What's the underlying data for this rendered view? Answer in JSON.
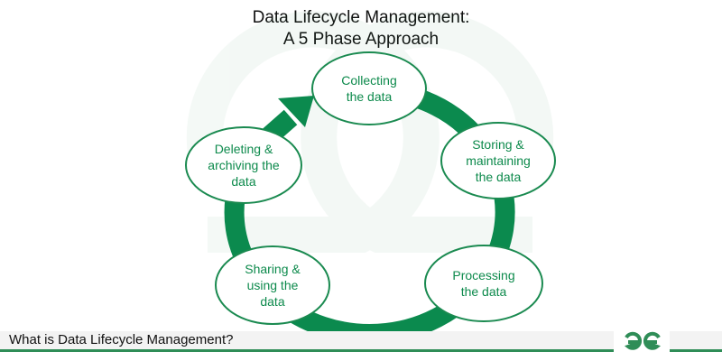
{
  "title": {
    "line1": "Data Lifecycle Management:",
    "line2": "A 5 Phase Approach"
  },
  "phases": [
    {
      "l1": "Collecting",
      "l2": "the data",
      "l3": ""
    },
    {
      "l1": "Storing &",
      "l2": "maintaining",
      "l3": "the data"
    },
    {
      "l1": "Processing",
      "l2": "the data",
      "l3": ""
    },
    {
      "l1": "Sharing &",
      "l2": "using the",
      "l3": "data"
    },
    {
      "l1": "Deleting &",
      "l2": "archiving the",
      "l3": "data"
    }
  ],
  "footer": {
    "text": "What is Data Lifecycle Management?",
    "logo": "GfG"
  },
  "colors": {
    "green": "#0b8a4e",
    "text": "#0d8a4c"
  }
}
